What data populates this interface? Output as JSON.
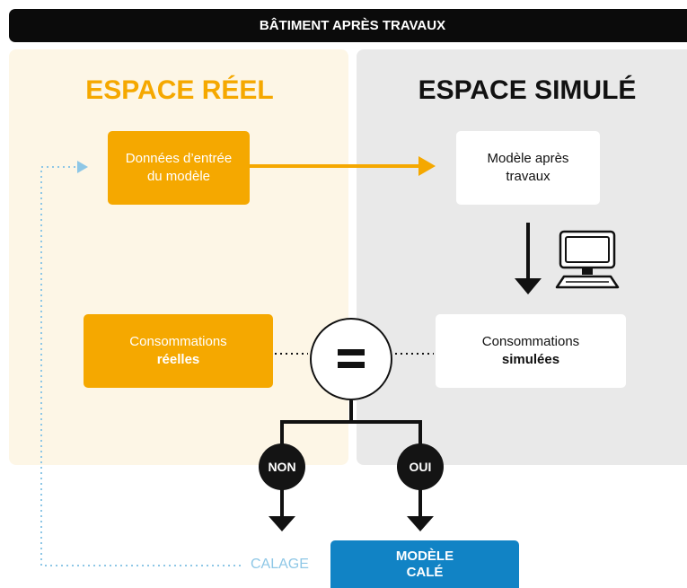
{
  "header": {
    "title": "BÂTIMENT APRÈS TRAVAUX"
  },
  "espace_reel": {
    "title": "ESPACE RÉEL",
    "input_box": {
      "line1": "Données d’entrée",
      "line2": "du modèle"
    },
    "conso_box": {
      "line1": "Consommations",
      "line2": "réelles"
    }
  },
  "espace_simule": {
    "title": "ESPACE SIMULÉ",
    "model_box": {
      "line1": "Modèle après",
      "line2": "travaux"
    },
    "conso_box": {
      "line1": "Consommations",
      "line2": "simulées"
    }
  },
  "decision": {
    "no_label": "NON",
    "yes_label": "OUI"
  },
  "calage_label": "CALAGE",
  "result_box": {
    "line1": "MODÈLE",
    "line2": "CALÉ"
  },
  "colors": {
    "orange": "#f5a800",
    "blue": "#1183c5",
    "light_blue": "#8ec7e6",
    "real_bg": "#fdf6e6",
    "sim_bg": "#e9e9e9",
    "dark": "#111111"
  },
  "icons": [
    "computer-icon",
    "equals-icon",
    "arrow-icon"
  ]
}
